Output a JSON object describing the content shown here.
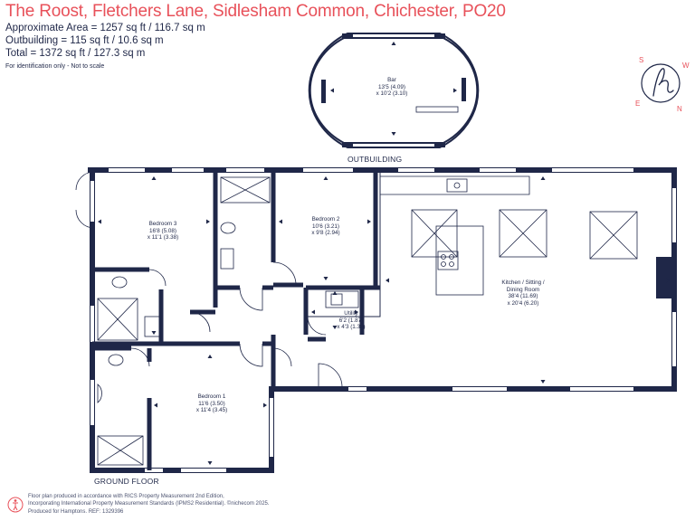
{
  "header": {
    "title": "The Roost, Fletchers Lane, Sidlesham Common, Chichester, PO20",
    "areas": [
      "Approximate Area = 1257 sq ft / 116.7 sq m",
      "Outbuilding = 115 sq ft / 10.6 sq m",
      "Total = 1372 sq ft / 127.3 sq m"
    ],
    "note": "For identification only - Not to scale"
  },
  "floors": {
    "outbuilding_label": "OUTBUILDING",
    "ground_label": "GROUND FLOOR"
  },
  "rooms": [
    {
      "name": "Bar",
      "dim1": "13'5 (4.09)",
      "dim2": "x 10'2 (3.10)"
    },
    {
      "name": "Bedroom 3",
      "dim1": "16'8 (5.08)",
      "dim2": "x 11'1 (3.38)"
    },
    {
      "name": "Bedroom 2",
      "dim1": "10'6 (3.21)",
      "dim2": "x 9'8 (2.94)"
    },
    {
      "name": "Kitchen / Sitting /",
      "dim1": "Dining Room",
      "dim2": "38'4 (11.69)",
      "dim3": "x 20'4 (6.20)"
    },
    {
      "name": "Utility",
      "dim1": "6'2 (1.87)",
      "dim2": "x 4'3 (1.30)"
    },
    {
      "name": "Bedroom 1",
      "dim1": "11'6 (3.50)",
      "dim2": "x 11'4 (3.45)"
    }
  ],
  "compass": {
    "s": "S",
    "w": "W",
    "e": "E",
    "n": "N",
    "logo_icon": "h-monogram-icon"
  },
  "footer": {
    "lines": [
      "Floor plan produced in accordance with RICS Property Measurement 2nd Edition,",
      "Incorporating International Property Measurement Standards (IPMS2 Residential).   ©nichecom 2025.",
      "Produced for Hamptons.   REF: 1329396"
    ],
    "icon": "accessibility-icon"
  },
  "colors": {
    "wall": "#1f2748",
    "accent": "#e8515a",
    "text": "#1f2748"
  }
}
